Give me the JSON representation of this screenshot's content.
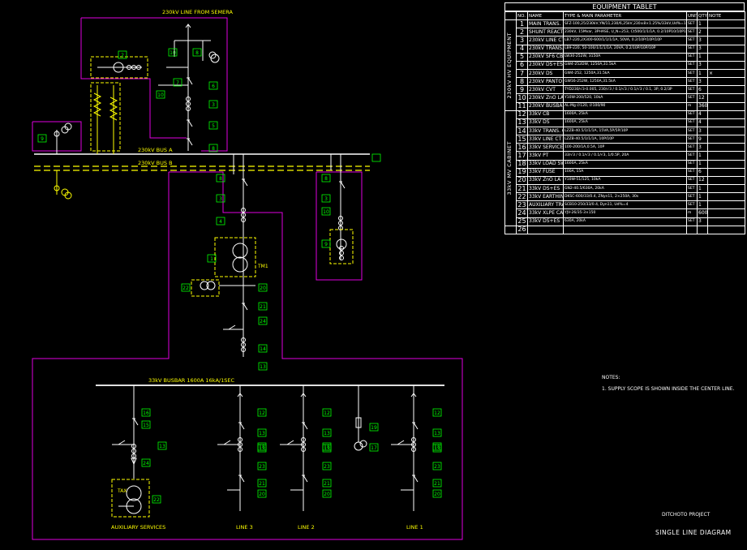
{
  "colors": {
    "feeder": "#e000e0",
    "yellow": "#ffff00",
    "green": "#00ff00",
    "white": "#ffffff",
    "cyan": "#00e5ff",
    "background": "#000000"
  },
  "diagram": {
    "incoming_label": "230kV LINE FROM SEMERA",
    "bus_a_label": "230kV BUS A",
    "bus_b_label": "230kV BUS B",
    "busbar_33_label": "33kV BUSBAR 1600A 16kA/1SEC",
    "transformer_label": "TM1",
    "aux_transformer_label": "TAX",
    "feeders": {
      "aux": "AUXILIARY SERVICES",
      "line3": "LINE 3",
      "line2": "LINE 2",
      "line1": "LINE 1"
    },
    "tags": {
      "incoming": [
        "10",
        "8",
        "2",
        "7",
        "10",
        "6",
        "3",
        "5",
        "8",
        "9"
      ],
      "trafo_bay": [
        "8",
        "3",
        "4",
        "1",
        "22",
        "20",
        "21",
        "24",
        "14",
        "13"
      ],
      "reactor_bay": [
        "8",
        "3",
        "10",
        "9"
      ],
      "feeder_aux": [
        "16",
        "15",
        "13",
        "24",
        "22"
      ],
      "feeder_line3": [
        "12",
        "13",
        "18",
        "13",
        "23",
        "21",
        "20"
      ],
      "feeder_line2": [
        "12",
        "13",
        "18",
        "13",
        "23",
        "21",
        "20"
      ],
      "feeder_line1": [
        "12",
        "13",
        "18",
        "13",
        "23",
        "21",
        "20"
      ],
      "feeder_pt": [
        "19",
        "17"
      ]
    }
  },
  "tablet": {
    "title": "EQUIPMENT TABLET",
    "headers": {
      "no": "NO.",
      "name": "NAME",
      "param": "TYPE & MAIN PARAMETER",
      "unit": "UNIT",
      "qty": "QTY",
      "note": "NOTE"
    },
    "sections": {
      "hv": "230kV HV EQUIPMENT",
      "mv": "33kV MV CABINET"
    },
    "rows": [
      {
        "no": "1",
        "name": "MAIN TRANS.",
        "param": "SFZ-100,25/230kV,YN/11,230/6,25kV,230±8×1.25%/33kV,Ud%=12.5",
        "unit": "SET",
        "qty": "1",
        "note": ""
      },
      {
        "no": "2",
        "name": "SHUNT REACTOR",
        "param": "230kV, 15Mvar, 3PHASE, U_N=253, Ct500/1/1/1A, 0.2/10P10/10P10/10A",
        "unit": "SET",
        "qty": "2",
        "note": ""
      },
      {
        "no": "3",
        "name": "230kV LINE CT",
        "param": "LB7-220,2X300-600/1/1/1/1A, 50VA, 0.2/10P/10P/10P",
        "unit": "SET",
        "qty": "3",
        "note": ""
      },
      {
        "no": "4",
        "name": "230kV TRANS. CT",
        "param": "LB9-220, 50-100/1/1/1/1A, 20VA, 0.2/10P/10P/10P",
        "unit": "SET",
        "qty": "3",
        "note": ""
      },
      {
        "no": "5",
        "name": "230kV SF6 CB",
        "param": "LW30-252W, 3150A",
        "unit": "SET",
        "qty": "1",
        "note": ""
      },
      {
        "no": "6",
        "name": "230kV DS+ES",
        "param": "GW4-252DW, 1250A,31.5kA",
        "unit": "SET",
        "qty": "3",
        "note": ""
      },
      {
        "no": "7",
        "name": "230kV DS",
        "param": "GW4-252, 1250A,31.5kA",
        "unit": "SET",
        "qty": "1",
        "note": "×"
      },
      {
        "no": "8",
        "name": "230kV PANTO DS",
        "param": "GW16-252W, 1250A,31.5kA",
        "unit": "SET",
        "qty": "3",
        "note": ""
      },
      {
        "no": "9",
        "name": "230kV CVT",
        "param": "TYD230/√3-0.005, 230/√3 / 0.1/√3 / 0.1/√3 / 0.1, 3P, 0.2/3P",
        "unit": "SET",
        "qty": "6",
        "note": ""
      },
      {
        "no": "10",
        "name": "230kV ZnO LA",
        "param": "Y10W-200/520, 10kA",
        "unit": "SET",
        "qty": "12",
        "note": ""
      },
      {
        "no": "11",
        "name": "230kV BUSBAR",
        "param": "AL-Mg ∅120, ∅100/90",
        "unit": "m",
        "qty": "360",
        "note": ""
      },
      {
        "no": "12",
        "name": "33kV CB",
        "param": "1600A, 25kA",
        "unit": "SET",
        "qty": "4",
        "note": ""
      },
      {
        "no": "13",
        "name": "33kV DS",
        "param": "1600A, 25kA",
        "unit": "SET",
        "qty": "4",
        "note": ""
      },
      {
        "no": "14",
        "name": "33kV TRANS. CT",
        "param": "LZZB-40.5/1/1/1A, 15VA,5P/5P/10P",
        "unit": "SET",
        "qty": "3",
        "note": ""
      },
      {
        "no": "15",
        "name": "33kV LINE CT",
        "param": "LZZB-40.5/1/1/1A, 10P/10P",
        "unit": "SET",
        "qty": "9",
        "note": ""
      },
      {
        "no": "16",
        "name": "33kV SERVICE TR. CT",
        "param": "100-200/1A,0.5A, 10P",
        "unit": "SET",
        "qty": "3",
        "note": ""
      },
      {
        "no": "17",
        "name": "33kV PT",
        "param": "33/√3 / 0.1/√3 / 0.1/√3, 1/0.5P, 20A",
        "unit": "SET",
        "qty": "1",
        "note": ""
      },
      {
        "no": "18",
        "name": "33kV LOAD SWITCH",
        "param": "1600A, 25kA",
        "unit": "SET",
        "qty": "1",
        "note": ""
      },
      {
        "no": "19",
        "name": "33kV FUSE",
        "param": "100A, 15A",
        "unit": "SET",
        "qty": "6",
        "note": ""
      },
      {
        "no": "20",
        "name": "33kV ZnO LA",
        "param": "Y10W-51/125, 10kA",
        "unit": "SET",
        "qty": "12",
        "note": ""
      },
      {
        "no": "21",
        "name": "33kV DS+ES",
        "param": "GN2-40.5/630A, 20kA",
        "unit": "SET",
        "qty": "1",
        "note": ""
      },
      {
        "no": "22",
        "name": "33kV EARTHING TRANS.",
        "param": "DKSC-600/33/0.4, ZNyn11, 2×250A, 30s",
        "unit": "SET",
        "qty": "1",
        "note": ""
      },
      {
        "no": "23",
        "name": "AUXILIARY TRANS.",
        "param": "SCB10-250/33/0.4, Dyn11, Ud%=4",
        "unit": "SET",
        "qty": "1",
        "note": ""
      },
      {
        "no": "24",
        "name": "33kV XLPE CABLE",
        "param": "YJV-26/35-3×150",
        "unit": "m",
        "qty": "600",
        "note": ""
      },
      {
        "no": "25",
        "name": "33kV DS+ES",
        "param": "630A, 20kA",
        "unit": "SET",
        "qty": "3",
        "note": ""
      },
      {
        "no": "26",
        "name": "",
        "param": "",
        "unit": "",
        "qty": "",
        "note": ""
      }
    ]
  },
  "notes": {
    "heading": "NOTES:",
    "items": [
      "1. SUPPLY SCOPE IS SHOWN INSIDE THE CENTER LINE."
    ]
  },
  "project": "DITCHOTO PROJECT",
  "drawing_title": "SINGLE LINE DIAGRAM"
}
